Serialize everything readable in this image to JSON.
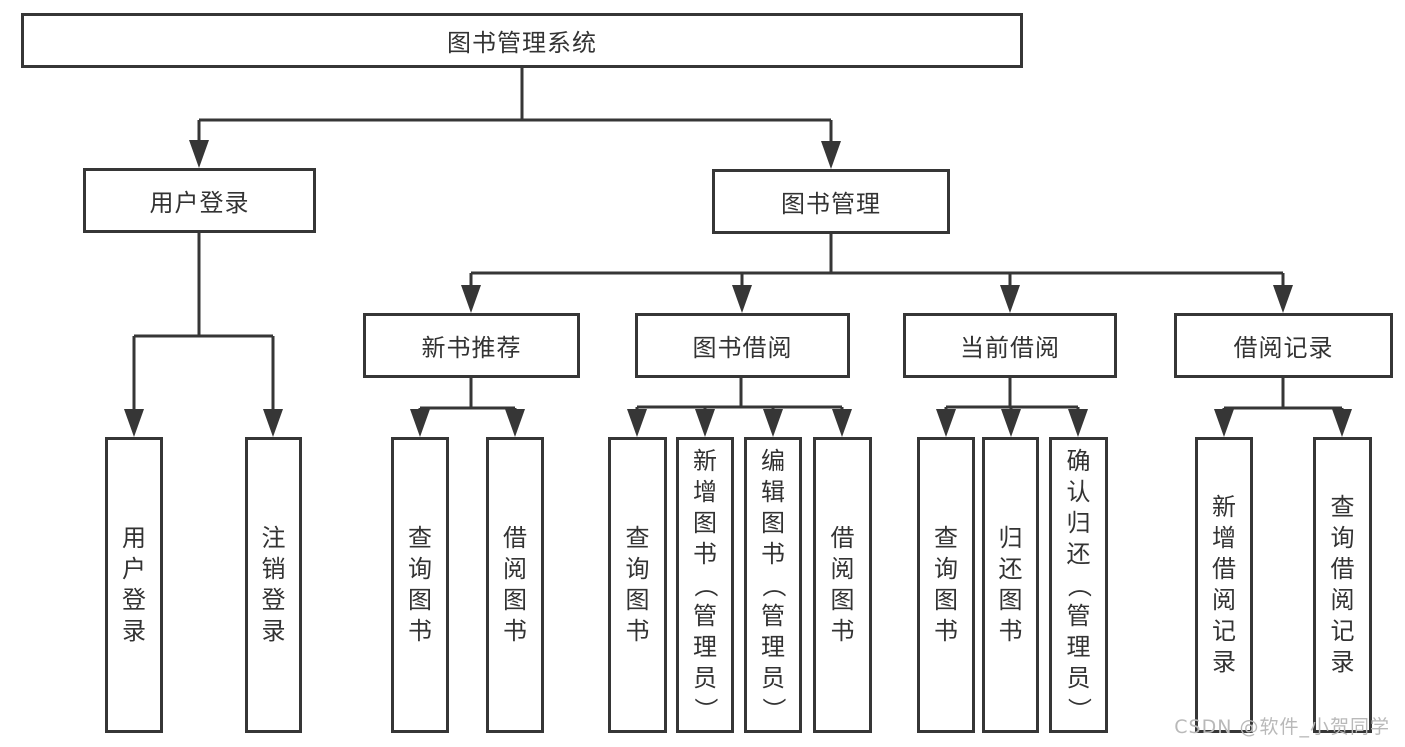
{
  "diagram": {
    "root": {
      "label": "图书管理系统"
    },
    "level2": [
      {
        "label": "用户登录",
        "children": [
          "用户登录",
          "注销登录"
        ]
      },
      {
        "label": "图书管理"
      }
    ],
    "level3": [
      {
        "label": "新书推荐",
        "children": [
          "查询图书",
          "借阅图书"
        ]
      },
      {
        "label": "图书借阅",
        "children": [
          "查询图书",
          "新增图书（管理员）",
          "编辑图书（管理员）",
          "借阅图书"
        ]
      },
      {
        "label": "当前借阅",
        "children": [
          "查询图书",
          "归还图书",
          "确认归还（管理员）"
        ]
      },
      {
        "label": "借阅记录",
        "children": [
          "新增借阅记录",
          "查询借阅记录"
        ]
      }
    ]
  },
  "watermark": "CSDN @软件_小贺同学",
  "colors": {
    "line": "#363636",
    "text": "#333333",
    "background": "#ffffff",
    "watermark": "#b9b9b9"
  }
}
